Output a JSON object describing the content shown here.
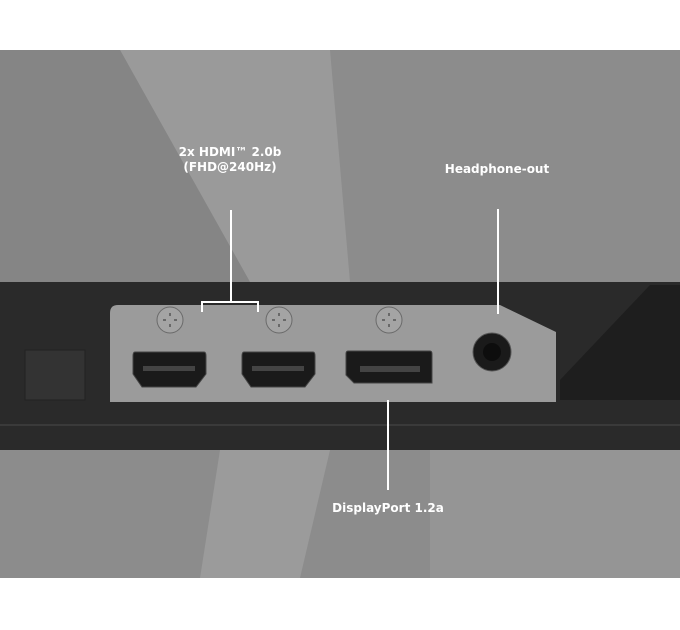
{
  "labels": {
    "hdmi_line1": "2x HDMI™ 2.0b",
    "hdmi_line2": "(FHD@240Hz)",
    "headphone": "Headphone-out",
    "displayport": "DisplayPort 1.2a"
  },
  "colors": {
    "background": "#8e8e8e",
    "bezel": "#2b2b2b",
    "port_panel": "#9c9c9c",
    "label_text": "#ffffff"
  }
}
